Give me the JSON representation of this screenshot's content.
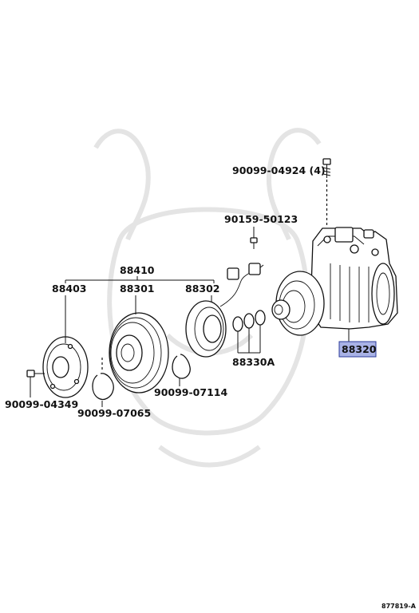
{
  "labels": {
    "bolt_top": "90099-04924 (4)",
    "screw_valve": "90159-50123",
    "assembly": "88410",
    "plate": "88403",
    "pulley": "88301",
    "coil": "88302",
    "compressor": "88320",
    "orings": "88330A",
    "bolt_small": "90099-04349",
    "snap_ring_1": "90099-07065",
    "snap_ring_2": "90099-07114"
  },
  "diagram_code": "877819-A",
  "colors": {
    "highlight": "#a9b2e6",
    "line": "#111111"
  }
}
